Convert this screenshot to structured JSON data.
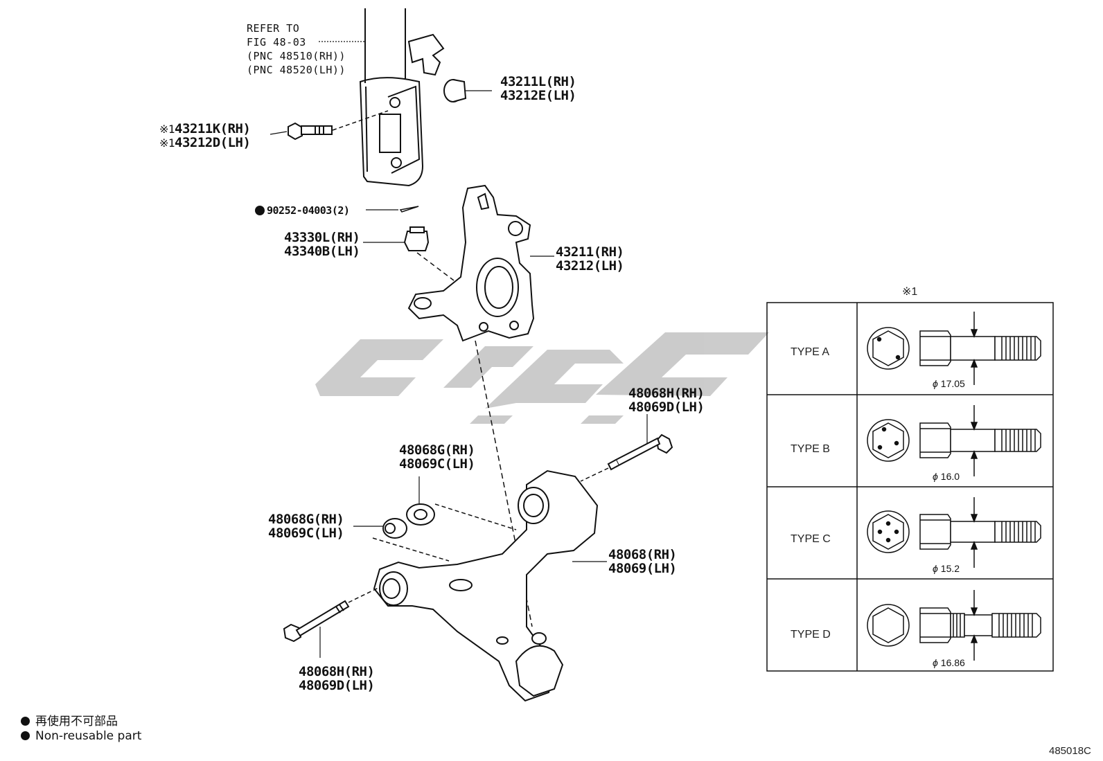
{
  "diagram": {
    "labels": {
      "refer_to": [
        "REFER TO",
        "FIG 48-03",
        "(PNC 48510(RH))",
        "(PNC 48520(LH))"
      ],
      "bolt_upper_rh": "43211L(RH)",
      "bolt_upper_lh": "43212E(LH)",
      "bolt_mark_prefix": "※1",
      "bolt_k_rh": "43211K(RH)",
      "bolt_d_lh": "43212D(LH)",
      "cotter_pin": "90252-04003(2)",
      "nut_rh": "43330L(RH)",
      "nut_lh": "43340B(LH)",
      "knuckle_rh": "43211(RH)",
      "knuckle_lh": "43212(LH)",
      "bolt_rear_rh": "48068H(RH)",
      "bolt_rear_lh": "48069D(LH)",
      "washer_upper_rh": "48068G(RH)",
      "washer_upper_lh": "48069C(LH)",
      "washer_lower_rh": "48068G(RH)",
      "washer_lower_lh": "48069C(LH)",
      "arm_rh": "48068(RH)",
      "arm_lh": "48069(LH)",
      "bolt_front_rh": "48068H(RH)",
      "bolt_front_lh": "48069D(LH)"
    },
    "legend": {
      "line1": "再使用不可部品",
      "line2": "Non-reusable part"
    },
    "figure_code": "485018C",
    "type_table": {
      "title": "※1",
      "rows": [
        {
          "type": "TYPE A",
          "diameter": "17.05",
          "variant": "a"
        },
        {
          "type": "TYPE B",
          "diameter": "16.0",
          "variant": "b"
        },
        {
          "type": "TYPE C",
          "diameter": "15.2",
          "variant": "c"
        },
        {
          "type": "TYPE D",
          "diameter": "16.86",
          "variant": "d"
        }
      ],
      "diameter_symbol": "ϕ"
    },
    "colors": {
      "line": "#111111",
      "watermark": "#c8c8c8"
    }
  }
}
